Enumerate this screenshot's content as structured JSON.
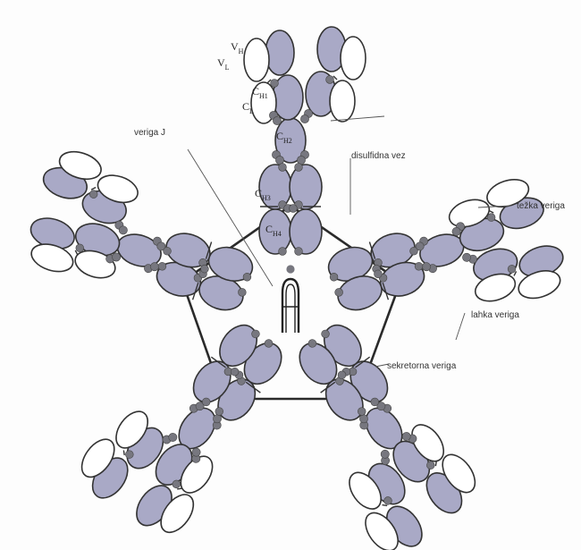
{
  "labels": {
    "j_chain": "veriga J",
    "disulfide": "disulfidna vez",
    "heavy_chain": "težka veriga",
    "light_chain": "lahka veriga",
    "secretory": "sekretorna veriga"
  },
  "domains": {
    "vh": "V",
    "vh_sub": "H",
    "vl": "V",
    "vl_sub": "L",
    "ch1": "C",
    "ch1_sub": "H1",
    "cl": "C",
    "cl_sub": "L",
    "ch2": "C",
    "ch2_sub": "H2",
    "ch3": "C",
    "ch3_sub": "H3",
    "ch4": "C",
    "ch4_sub": "H4"
  },
  "colors": {
    "heavy_fill": "#a9a9c6",
    "light_fill": "#ffffff",
    "stroke": "#333333",
    "glycan": "#77777f"
  }
}
